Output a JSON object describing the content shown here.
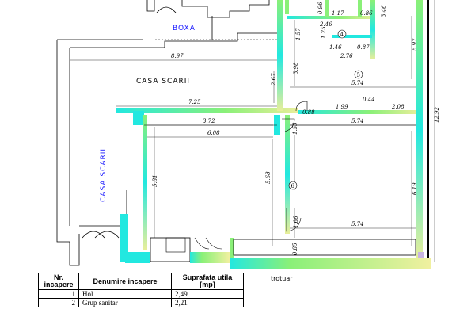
{
  "labels": {
    "boxa": "BOXA",
    "casa_scarii_top": "CASA  SCARII",
    "casa_scarii_side": "CASA   SCARII",
    "trotuar": "trotuar",
    "room4": "4",
    "room5": "5",
    "room6": "6"
  },
  "dims": {
    "d_8_97": "8.97",
    "d_7_25": "7.25",
    "d_3_72": "3.72",
    "d_6_08": "6.08",
    "d_5_81": "5.81",
    "d_5_68": "5.68",
    "d_5_74a": "5.74",
    "d_5_74b": "5.74",
    "d_5_74c": "5.74",
    "d_6_19": "6.19",
    "d_12_92": "12.92",
    "d_5_97": "5.97",
    "d_3_98": "3.98",
    "d_2_67": "2.67",
    "d_2_46": "2.46",
    "d_1_57": "1.57",
    "d_1_46": "1.46",
    "d_0_87": "0.87",
    "d_2_76": "2.76",
    "d_1_25": "1.25",
    "d_1_17": "1.17",
    "d_0_86": "0.86",
    "d_0_96": "0.96",
    "d_3_46": "3.46",
    "d_0_88": "0.88",
    "d_1_99": "1.99",
    "d_0_44": "0.44",
    "d_2_08": "2.08",
    "d_1_53": "1.53",
    "d_1_66": "1.66",
    "d_0_85": "0.85"
  },
  "table": {
    "headers": {
      "nr": "Nr. incapere",
      "denumire": "Denumire incapere",
      "suprafata": "Suprafata utila [mp]"
    },
    "rows": [
      {
        "nr": "1",
        "name": "Hol",
        "area": "2,49"
      },
      {
        "nr": "2",
        "name": "Grup sanitar",
        "area": "2,21"
      }
    ]
  },
  "colors": {
    "wall_cyan": "#22e8e0",
    "wall_green": "#8af078",
    "wall_yellow": "#e8ee9a"
  }
}
